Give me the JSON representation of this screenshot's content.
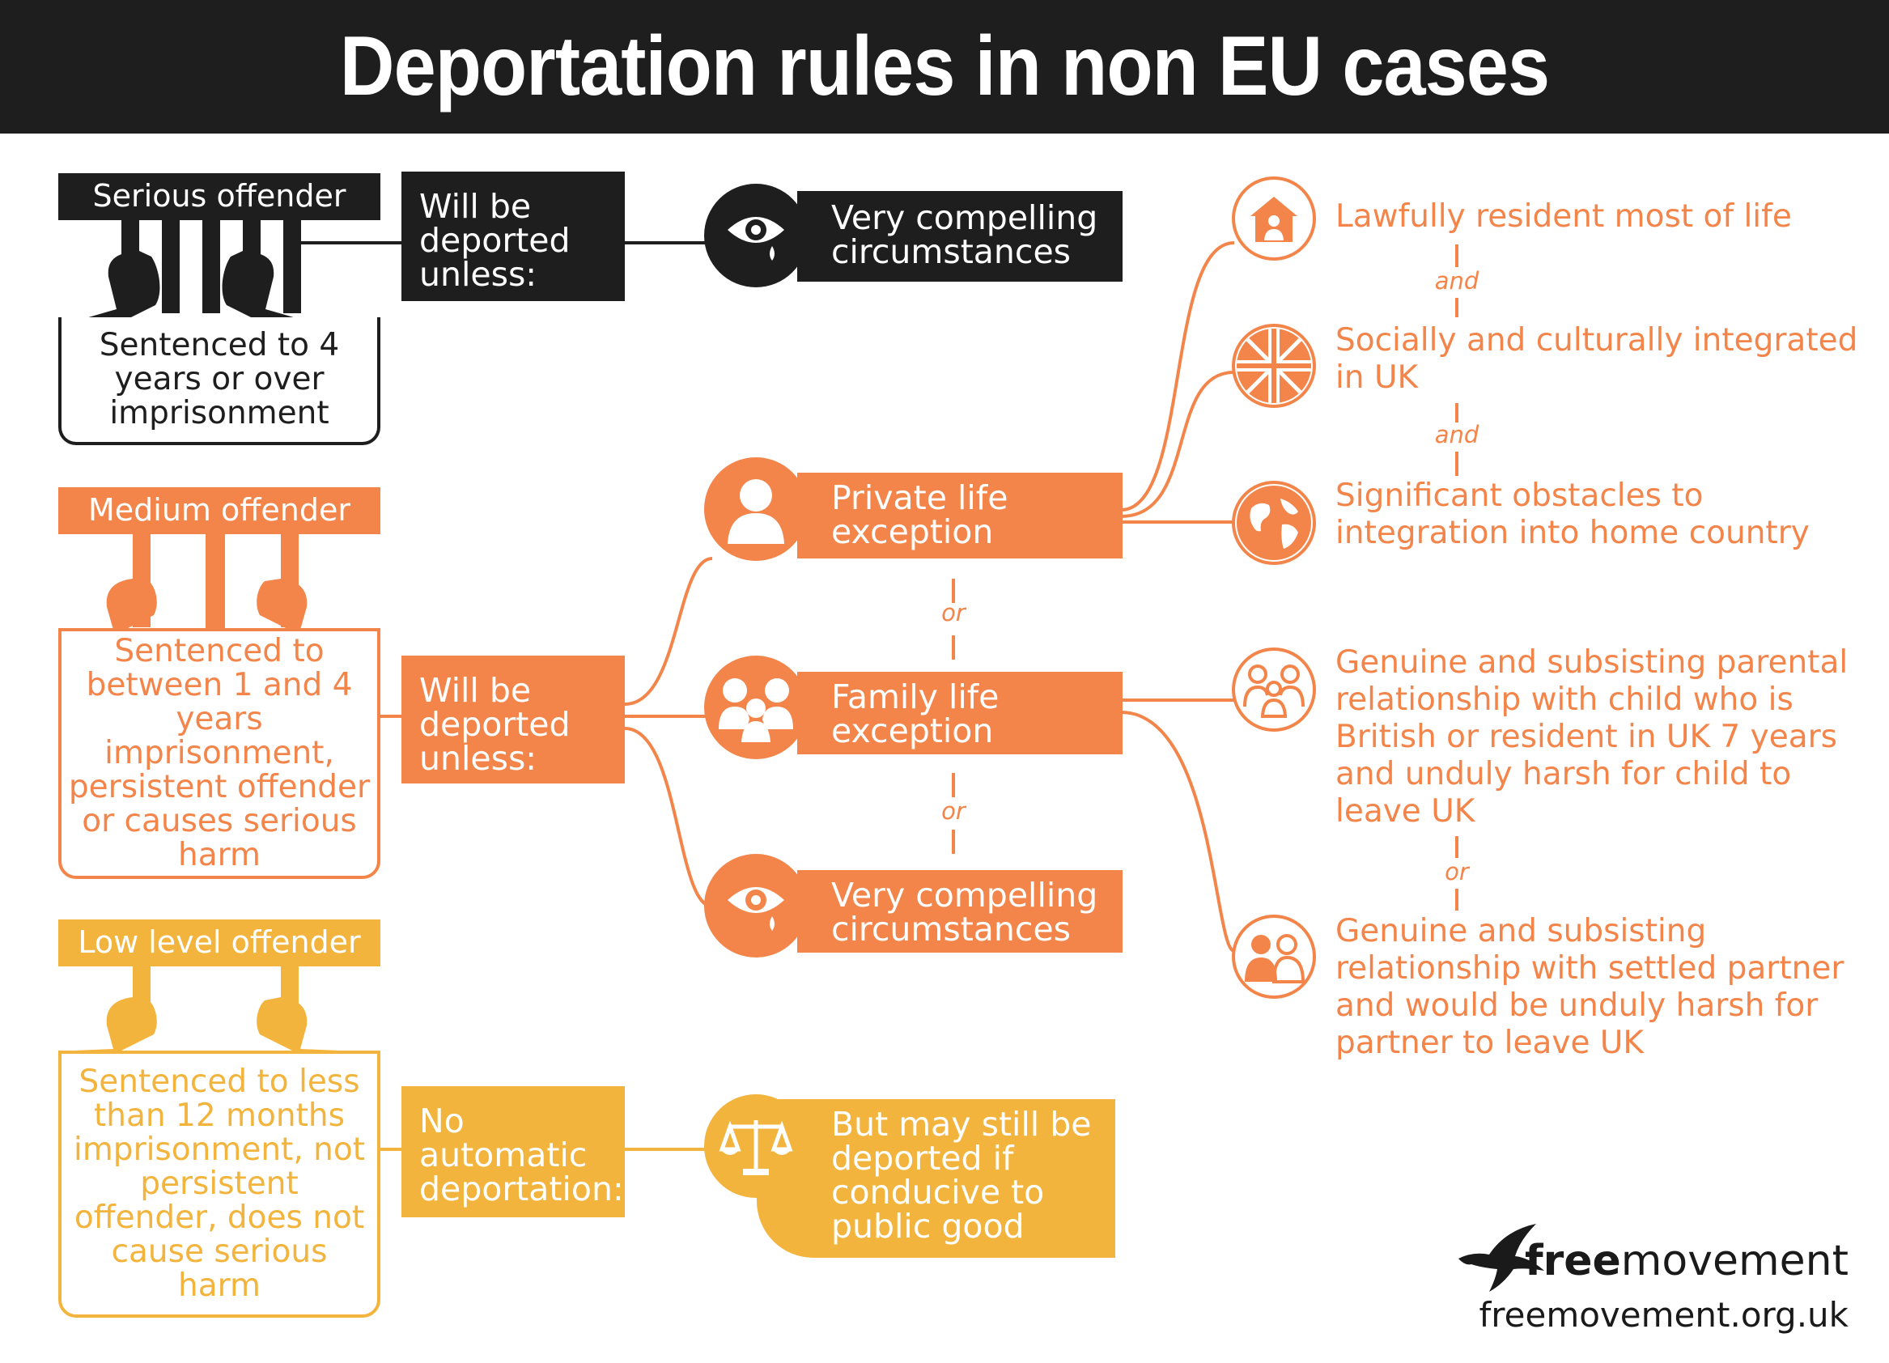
{
  "title": "Deportation rules in non EU cases",
  "colors": {
    "dark": "#1e1e1e",
    "orange": "#f3854a",
    "amber": "#f2b43c",
    "white": "#ffffff"
  },
  "serious": {
    "header": "Serious offender",
    "description": "Sentenced to 4 years or over imprisonment",
    "rule": "Will be deported unless:",
    "exception": "Very compelling circumstances",
    "icon": "crying-eye-icon"
  },
  "medium": {
    "header": "Medium offender",
    "description": "Sentenced to between 1 and 4 years imprisonment, persistent offender or causes serious harm",
    "rule": "Will be deported unless:",
    "exceptions": [
      {
        "label": "Private life exception",
        "icon": "person-icon"
      },
      {
        "label": "Family life exception",
        "icon": "family-icon"
      },
      {
        "label": "Very compelling circumstances",
        "icon": "crying-eye-icon"
      }
    ],
    "or_label": "or"
  },
  "low": {
    "header": "Low level offender",
    "description": "Sentenced to less than 12 months imprisonment, not persistent offender, does not cause serious harm",
    "rule": "No automatic deportation:",
    "outcome": "But may still be deported if conducive to public good",
    "icon": "scales-icon"
  },
  "private_conditions": [
    {
      "text": "Lawfully resident most of life",
      "icon": "house-icon"
    },
    {
      "text": "Socially and culturally integrated in UK",
      "icon": "union-flag-icon"
    },
    {
      "text": "Significant obstacles to integration into home country",
      "icon": "globe-icon"
    }
  ],
  "and_label": "and",
  "family_conditions": [
    {
      "text": "Genuine and subsisting parental relationship with child who is British or resident in UK 7 years and unduly harsh for child to leave UK",
      "icon": "parent-child-icon"
    },
    {
      "text": "Genuine and subsisting relationship with settled partner and would be unduly harsh for partner to leave UK",
      "icon": "couple-icon"
    }
  ],
  "logo": {
    "name_bold": "free",
    "name_regular": "movement",
    "url": "freemovement.org.uk",
    "icon": "bird-icon"
  }
}
